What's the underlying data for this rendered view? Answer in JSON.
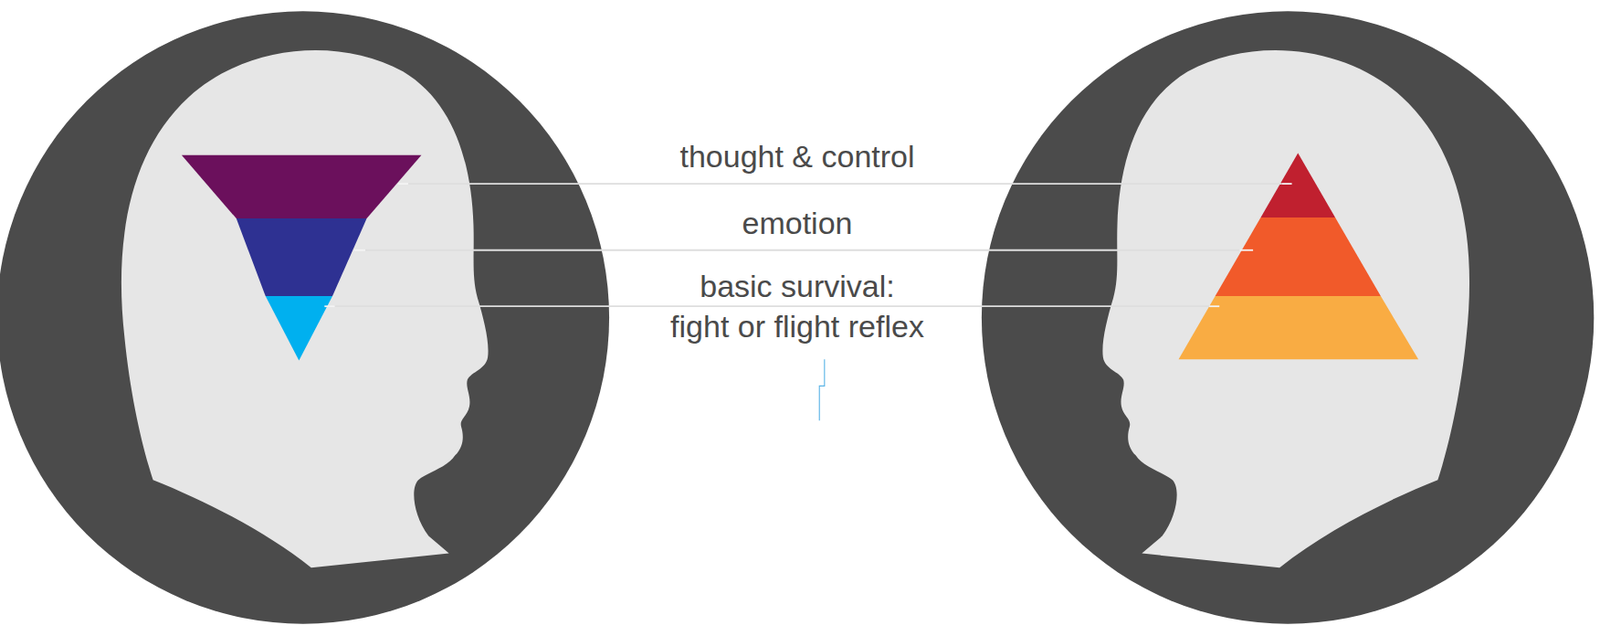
{
  "diagram": {
    "labels": [
      "thought & control",
      "emotion",
      "basic survival: fight or flight reflex"
    ]
  }
}
